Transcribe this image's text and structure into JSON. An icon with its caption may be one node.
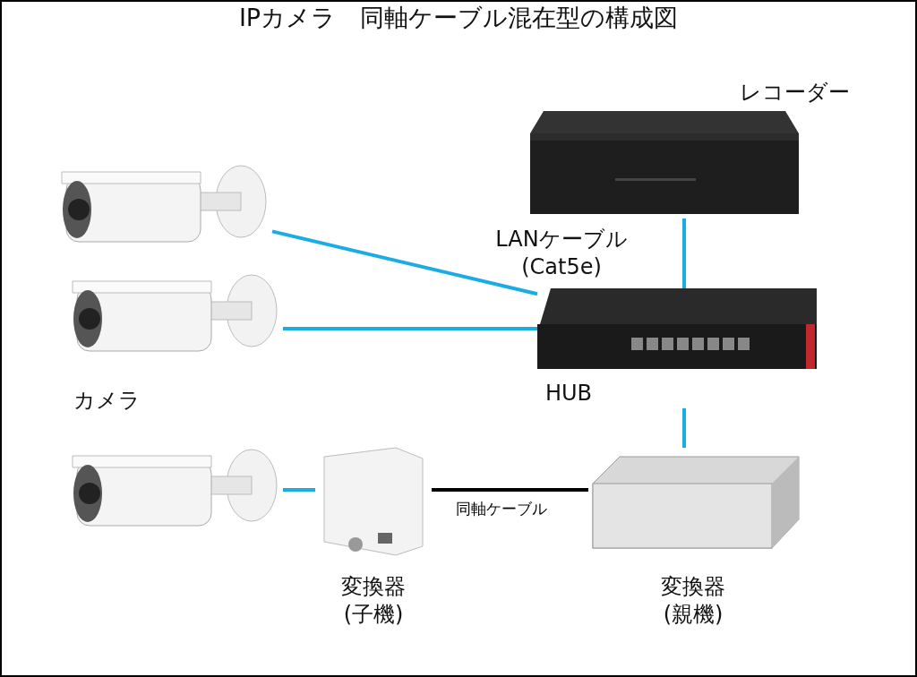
{
  "diagram": {
    "title": "IPカメラ　同軸ケーブル混在型の構成図",
    "nodes": [
      {
        "text": [],
        "shape": "picture"
      },
      {
        "text": [],
        "shape": "picture"
      },
      {
        "text": [],
        "shape": "picture"
      },
      {
        "text": [
          "レコーダー"
        ]
      },
      {
        "text": [
          "HUB"
        ]
      },
      {
        "text": [
          "変換器 (子機)"
        ]
      },
      {
        "text": [
          "変換器 (親機)"
        ]
      }
    ],
    "edges": [
      {
        "from": 0,
        "to": 4,
        "arrow": "none"
      },
      {
        "from": 1,
        "to": 4,
        "arrow": "none"
      },
      {
        "from": 2,
        "to": 5,
        "arrow": "none"
      },
      {
        "from": 5,
        "to": 6,
        "arrow": "none",
        "label": "同軸ケーブル",
        "color": "#000000"
      },
      {
        "from": 6,
        "to": 4,
        "arrow": "none"
      },
      {
        "from": 4,
        "to": 3,
        "arrow": "none"
      }
    ],
    "labels": [
      "LANケーブル (Cat5e)",
      "カメラ"
    ]
  }
}
